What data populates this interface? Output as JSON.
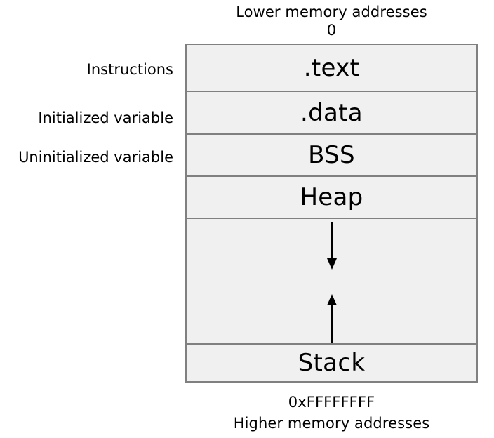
{
  "diagram": {
    "title_top_line1": "Lower memory addresses",
    "title_top_line2": "0",
    "title_bottom_line1": "0xFFFFFFFF",
    "title_bottom_line2": "Higher memory addresses",
    "colors": {
      "segment_fill": "#f0f0f0",
      "segment_border": "#808080",
      "text": "#000000",
      "page_background": "#ffffff",
      "arrow": "#000000"
    },
    "segments": [
      {
        "name": "text",
        "label": ".text"
      },
      {
        "name": "data",
        "label": ".data"
      },
      {
        "name": "bss",
        "label": "BSS"
      },
      {
        "name": "heap",
        "label": "Heap"
      },
      {
        "name": "gap",
        "label": ""
      },
      {
        "name": "stack",
        "label": "Stack"
      }
    ],
    "side_labels": [
      {
        "for_segment": "text",
        "label": "Instructions"
      },
      {
        "for_segment": "data",
        "label": "Initialized variable"
      },
      {
        "for_segment": "bss",
        "label": "Uninitialized variable"
      }
    ],
    "arrows": [
      {
        "name": "heap-growth",
        "direction": "down"
      },
      {
        "name": "stack-growth",
        "direction": "up"
      }
    ]
  }
}
